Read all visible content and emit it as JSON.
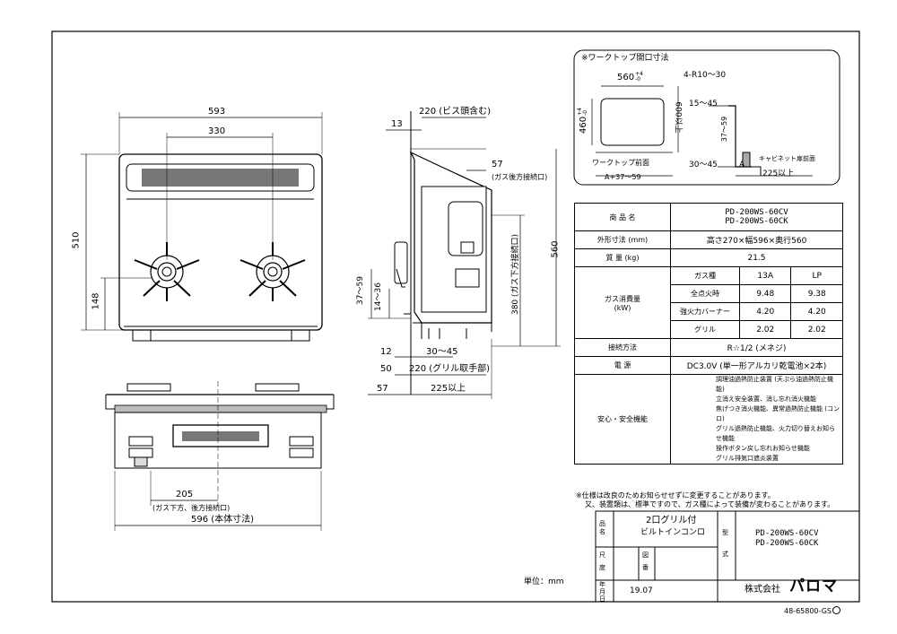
{
  "front_view": {
    "dim_width_top": "593",
    "dim_burner_spacing": "330",
    "dim_depth": "510",
    "dim_burner_front": "148"
  },
  "side_view": {
    "dim_screw_head": "220 (ビス頭含む)",
    "dim_13": "13",
    "dim_57": "57",
    "label_gas_rear": "(ガス後方接続口)",
    "dim_560": "560",
    "dim_380": "380 (ガス下方接続口)",
    "dim_37_59": "37～59",
    "dim_14_36": "14～36",
    "dim_12": "12",
    "dim_30_45": "30～45",
    "dim_50": "50",
    "dim_220_handle": "220 (グリル取手部)",
    "dim_57b": "57",
    "dim_225": "225以上"
  },
  "bottom_view": {
    "dim_205": "205",
    "label_gas_bottom_rear": "(ガス下方、後方接続口)",
    "dim_596": "596 (本体寸法)"
  },
  "worktop": {
    "title": "※ワークトップ開口寸法",
    "dim_560": "560",
    "tol_plus": "+4",
    "tol_zero": "-0",
    "dim_460": "460",
    "dim_radius": "4-R10～30",
    "dim_600": "600以上",
    "dim_15_45": "15～45",
    "dim_37_59": "37～59",
    "label_cabinet": "キャビネット扉前面",
    "label_worktop_front": "ワークトップ前面",
    "dim_a_plus": "A+37～59",
    "dim_30_45": "30～45",
    "label_a": "A",
    "dim_225": "225以上"
  },
  "spec_table": {
    "rows": [
      {
        "label": "商 品 名",
        "value": "PD-200WS-60CV\nPD-200WS-60CK"
      },
      {
        "label": "外形寸法 (mm)",
        "value": "高さ270×幅596×奥行560"
      },
      {
        "label": "質 量 (kg)",
        "value": "21.5"
      }
    ],
    "gas_label": "ガス消費量\n(kW)",
    "gas_header": [
      "ガス種",
      "13A",
      "LP"
    ],
    "gas_rows": [
      [
        "全点火時",
        "9.48",
        "9.38"
      ],
      [
        "強火力バーナー",
        "4.20",
        "4.20"
      ],
      [
        "グリル",
        "2.02",
        "2.02"
      ]
    ],
    "connection_label": "接続方法",
    "connection_value": "R☆1/2 (メネジ)",
    "power_label": "電 源",
    "power_value": "DC3.0V (単一形アルカリ乾電池×2本)",
    "safety_label": "安心・安全機能",
    "safety_items": [
      "調理油過熱防止装置 (天ぷら油過熱防止機能)",
      "立消え安全装置、消し忘れ消火機能",
      "焦げつき消火機能、異常過熱防止機能 (コンロ)",
      "グリル過熱防止機能、火力切り替えお知らせ機能",
      "操作ボタン戻し忘れお知らせ機能",
      "グリル排気口遮炎装置"
    ]
  },
  "notes": [
    "※仕様は改良のためお知らせせずに変更することがあります。",
    "又、装置類は、標準ですので、ガス種によって装備が変わることがあります。"
  ],
  "title_block": {
    "label_product": "品名",
    "product_name_1": "2口グリル付",
    "product_name_2": "ビルトインコンロ",
    "label_model": "型式",
    "model_1": "PD-200WS-60CV",
    "model_2": "PD-200WS-60CK",
    "label_scale": "尺度",
    "label_drawing_no": "図番",
    "label_date": "年月日",
    "date": "19.07",
    "company": "株式会社",
    "brand": "パロマ",
    "units": "単位：mm"
  },
  "drawing_number": "48-65800-GS"
}
